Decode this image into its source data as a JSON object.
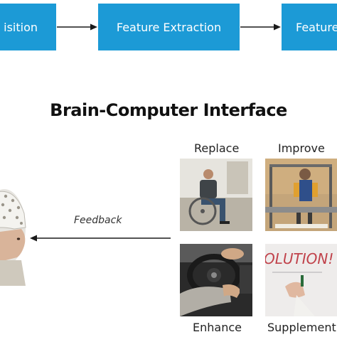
{
  "pipeline": {
    "boxes": [
      {
        "label": "isition"
      },
      {
        "label": "Feature Extraction"
      },
      {
        "label": "Feature"
      }
    ],
    "box_color": "#1c9ad6"
  },
  "title": "Brain-Computer Interface",
  "feedback_label": "Feedback",
  "applications": [
    {
      "label": "Replace",
      "scene": "person in wheelchair"
    },
    {
      "label": "Improve",
      "scene": "person in rehabilitation harness"
    },
    {
      "label": "Enhance",
      "scene": "hands on car steering wheel"
    },
    {
      "label": "Supplement",
      "scene": "hand writing on whiteboard with text"
    }
  ],
  "whiteboard_text": "OLUTION!",
  "icons": [
    "arrow-right-icon",
    "arrow-left-icon",
    "eeg-cap-head-icon"
  ]
}
